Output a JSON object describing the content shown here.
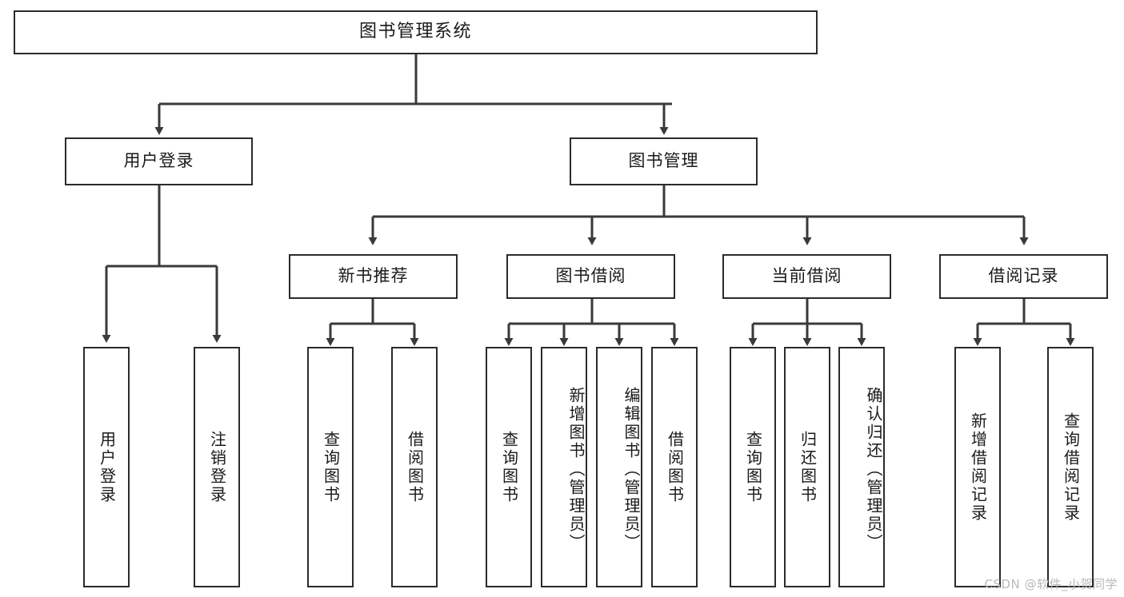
{
  "diagram": {
    "title": "图书管理系统",
    "type": "tree",
    "watermark": "CSDN @软件_小贺同学",
    "colors": {
      "background": "#ffffff",
      "box_border": "#2b2b2b",
      "box_fill": "#ffffff",
      "connector": "#3a3a3a",
      "text": "#1a1a1a",
      "watermark": "#b9b9b9"
    },
    "root": {
      "label": "图书管理系统"
    },
    "level2": [
      {
        "label": "用户登录"
      },
      {
        "label": "图书管理"
      }
    ],
    "level3": [
      {
        "label": "新书推荐"
      },
      {
        "label": "图书借阅"
      },
      {
        "label": "当前借阅"
      },
      {
        "label": "借阅记录"
      }
    ],
    "leaves": {
      "user_login": [
        {
          "label": "用户登录"
        },
        {
          "label": "注销登录"
        }
      ],
      "new_book_recommend": [
        {
          "label": "查询图书"
        },
        {
          "label": "借阅图书"
        }
      ],
      "book_borrow": [
        {
          "label": "查询图书"
        },
        {
          "label": "新增图书（管理员）"
        },
        {
          "label": "编辑图书（管理员）"
        },
        {
          "label": "借阅图书"
        }
      ],
      "current_borrow": [
        {
          "label": "查询图书"
        },
        {
          "label": "归还图书"
        },
        {
          "label": "确认归还（管理员）"
        }
      ],
      "borrow_record": [
        {
          "label": "新增借阅记录"
        },
        {
          "label": "查询借阅记录"
        }
      ]
    }
  }
}
